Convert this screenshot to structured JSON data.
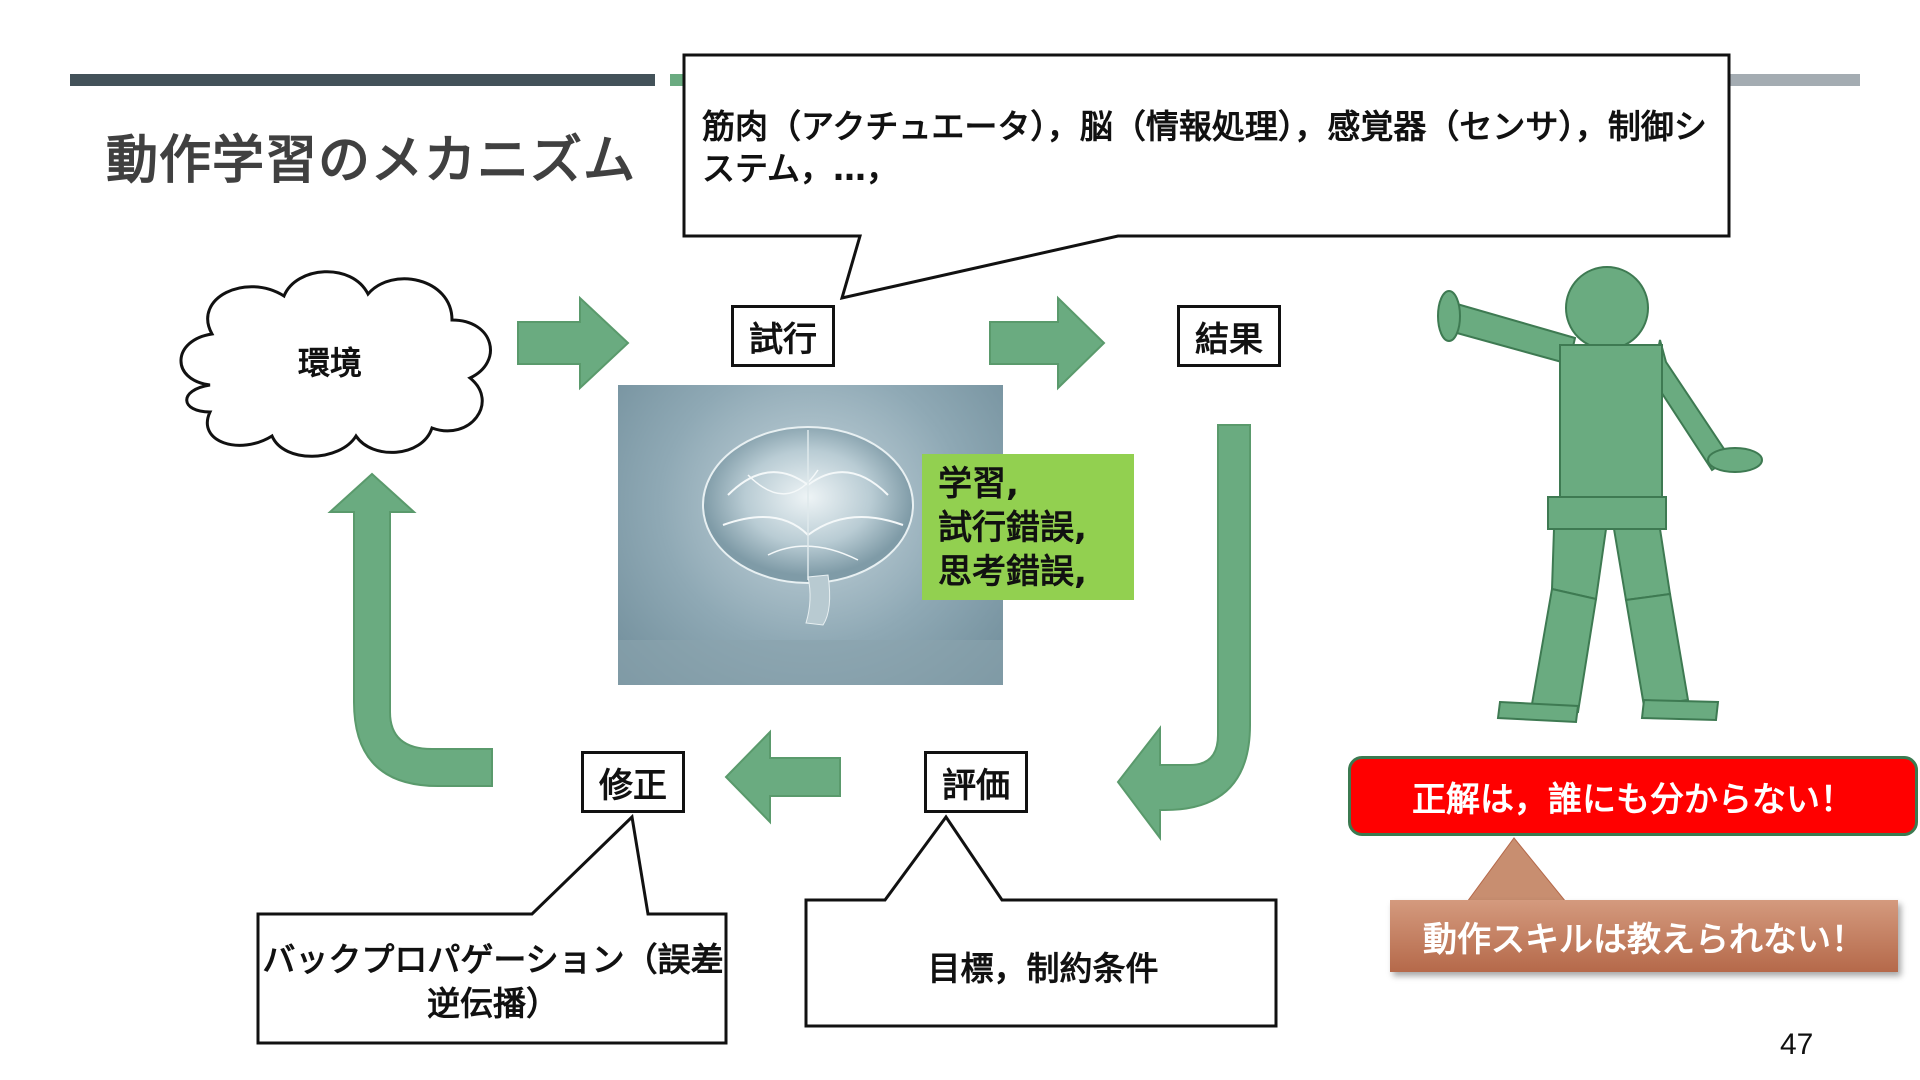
{
  "slide": {
    "title": "動作学習のメカニズム",
    "page_number": "47"
  },
  "callouts": {
    "components": "筋肉（アクチュエータ），脳（情報処理），感覚器（センサ），制御システム，…，",
    "backprop": "バックプロパゲーション（誤差逆伝播）",
    "goal": "目標，制約条件"
  },
  "cycle": {
    "environment": "環境",
    "trial": "試行",
    "result": "結果",
    "evaluation": "評価",
    "correction": "修正"
  },
  "learning_box": {
    "line1": "学習,",
    "line2": "試行錯誤,",
    "line3": "思考錯誤,"
  },
  "messages": {
    "no_answer": "正解は，誰にも分からない！",
    "skill": "動作スキルは教えられない！"
  },
  "colors": {
    "arrow_green": "#6aab80",
    "arrow_stroke": "#5a9a6c",
    "learning_green": "#92d050",
    "alert_red": "#ff0000",
    "skill_brown": "#c07a5c",
    "title_gray": "#404040"
  }
}
